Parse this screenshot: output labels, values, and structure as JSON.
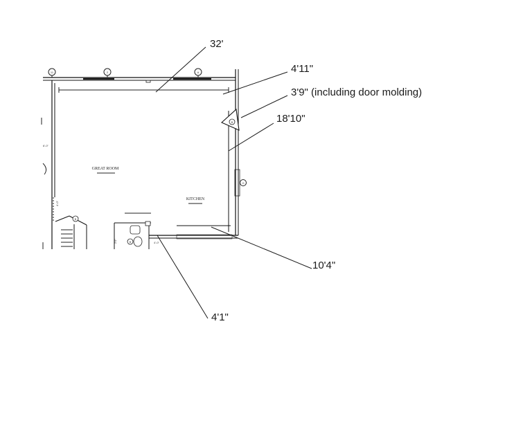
{
  "callouts": [
    {
      "id": "width-top",
      "text": "32'"
    },
    {
      "id": "right-upper",
      "text": "4'11\""
    },
    {
      "id": "door-molding",
      "text": "3'9\" (including door molding)"
    },
    {
      "id": "right-wall",
      "text": "18'10\""
    },
    {
      "id": "bottom-right",
      "text": "10'4\""
    },
    {
      "id": "bottom-post",
      "text": "4'1\""
    }
  ],
  "rooms": {
    "great_room": {
      "name": "GREAT ROOM"
    },
    "kitchen": {
      "name": "KITCHEN"
    }
  },
  "markers": {
    "top": [
      "11",
      "2",
      "A"
    ],
    "door": "B",
    "right": "G",
    "stair": "B",
    "bath": "B"
  }
}
